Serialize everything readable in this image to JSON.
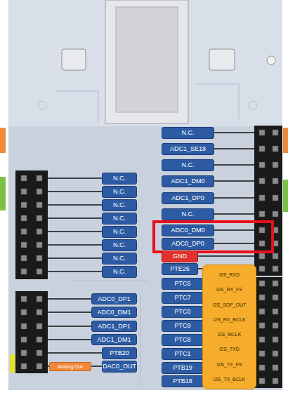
{
  "diagram": {
    "nodes": [
      {
        "text": [
          "N.C."
        ]
      },
      {
        "text": [
          "ADC1_SE18"
        ]
      },
      {
        "text": [
          "N.C."
        ]
      },
      {
        "text": [
          "ADC1_DM0"
        ]
      },
      {
        "text": [
          "ADC1_DP0"
        ]
      },
      {
        "text": [
          "N.C."
        ]
      },
      {
        "text": [
          "ADC0_DM0"
        ]
      },
      {
        "text": [
          "ADC0_DP0"
        ]
      },
      {
        "text": [
          "GND"
        ]
      },
      {
        "text": [
          "PTE26"
        ]
      },
      {
        "text": [
          "N.C."
        ]
      },
      {
        "text": [
          "N.C."
        ]
      },
      {
        "text": [
          "N.C."
        ]
      },
      {
        "text": [
          "N.C."
        ]
      },
      {
        "text": [
          "N.C."
        ]
      },
      {
        "text": [
          "N.C."
        ]
      },
      {
        "text": [
          "N.C."
        ]
      },
      {
        "text": [
          "N.C."
        ]
      },
      {
        "text": [
          "PTC5"
        ]
      },
      {
        "text": [
          "PTC7"
        ]
      },
      {
        "text": [
          "PTC0"
        ]
      },
      {
        "text": [
          "PTC9"
        ]
      },
      {
        "text": [
          "PTC8"
        ]
      },
      {
        "text": [
          "PTC1"
        ]
      },
      {
        "text": [
          "PTB19"
        ]
      },
      {
        "text": [
          "PTB18"
        ]
      },
      {
        "text": [
          "I2S_RXD",
          "I2S_RX_FS",
          "I2S_SOF_OUT",
          "I2S_RX_BCLK",
          "I2S_MCLK",
          "I2S_TXD",
          "I2S_TX_FS",
          "I2S_TX_BCLK"
        ]
      },
      {
        "text": [
          "ADC0_DP1"
        ]
      },
      {
        "text": [
          "ADC0_DM1"
        ]
      },
      {
        "text": [
          "ADC1_DP1"
        ]
      },
      {
        "text": [
          "ADC1_DM1"
        ]
      },
      {
        "text": [
          "PTB20"
        ]
      },
      {
        "text": [
          "Analog Out"
        ]
      },
      {
        "text": [
          "DAC0_OUT"
        ]
      }
    ]
  }
}
